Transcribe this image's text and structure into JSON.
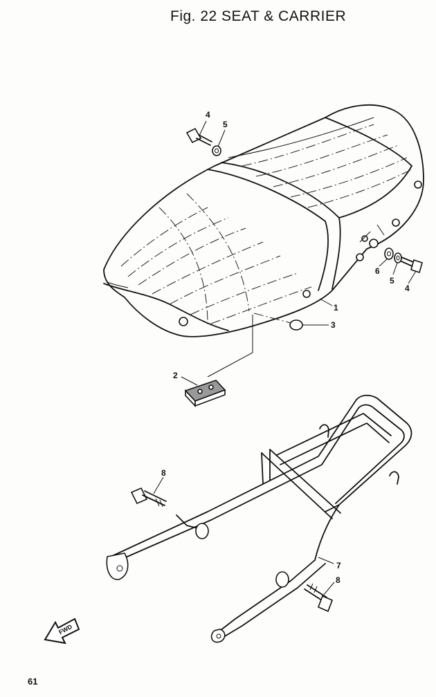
{
  "figure": {
    "title": "Fig. 22  SEAT & CARRIER",
    "page_number": "61"
  },
  "callouts": {
    "c1": "1",
    "c2": "2",
    "c3": "3",
    "c4a": "4",
    "c5a": "5",
    "c6": "6",
    "c5b": "5",
    "c4b": "4",
    "c7": "7",
    "c8a": "8",
    "c8b": "8"
  },
  "direction_label": "FWD"
}
